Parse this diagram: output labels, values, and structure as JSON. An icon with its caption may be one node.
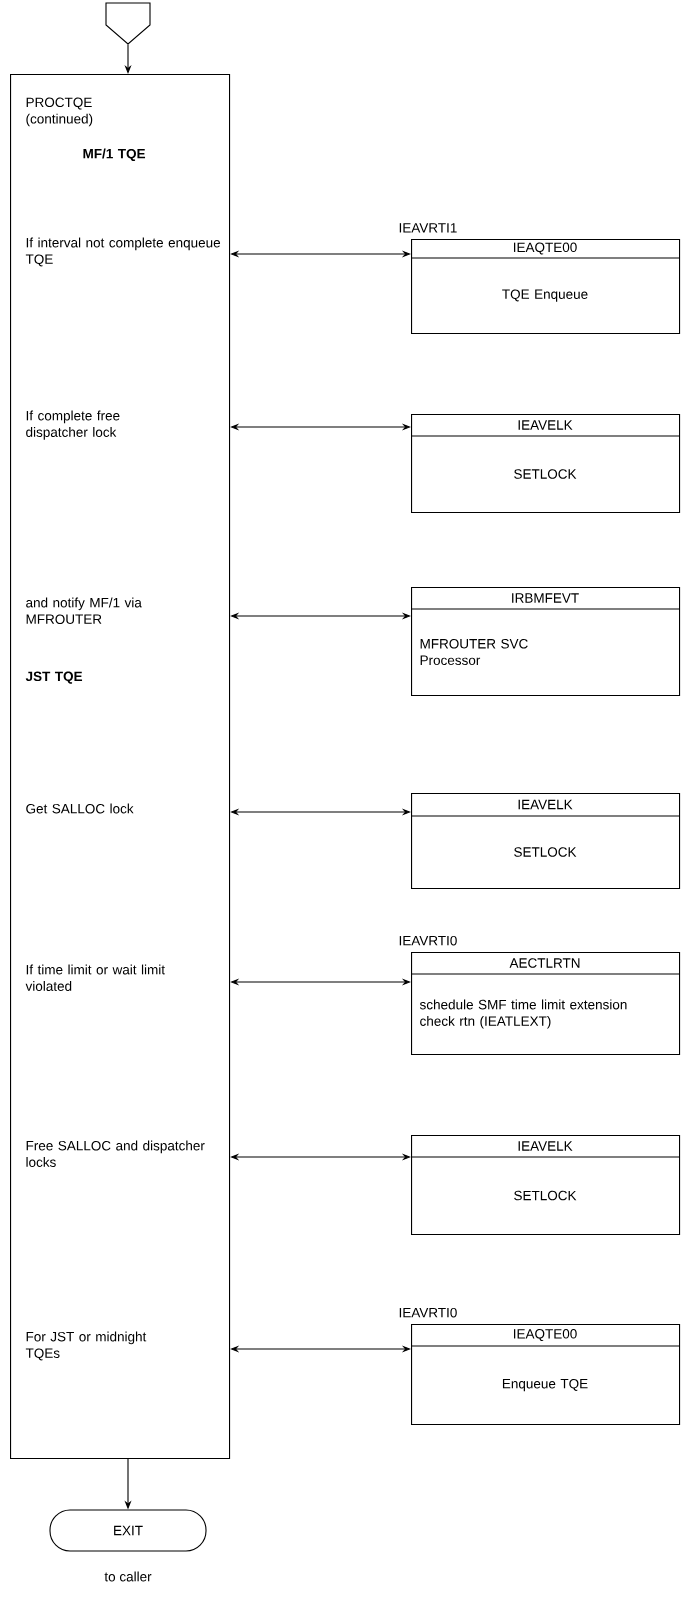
{
  "diagram": {
    "nodes": [
      {
        "text": [],
        "shape": "pentagon"
      },
      {
        "text": [
          "PROCTQE (continued)",
          "MF/1 TQE",
          "If interval not complete enqueue TQE",
          "If complete free dispatcher lock",
          "and notify MF/1 via MFROUTER",
          "JST TQE",
          "Get SALLOC lock",
          "If time limit or wait limit violated",
          "Free SALLOC and dispatcher locks",
          "For JST or midnight TQEs"
        ]
      },
      {
        "text": [
          "IEAQTE00",
          "TQE Enqueue"
        ],
        "beside": [
          "IEAVRTI1"
        ]
      },
      {
        "text": [
          "IEAVELK",
          "SETLOCK"
        ]
      },
      {
        "text": [
          "IRBMFEVT",
          "MFROUTER SVC Processor"
        ]
      },
      {
        "text": [
          "IEAVELK",
          "SETLOCK"
        ]
      },
      {
        "text": [
          "AECTLRTN",
          "schedule SMF time limit extension check rtn (IEATLEXT)"
        ],
        "beside": [
          "IEAVRTI0"
        ]
      },
      {
        "text": [
          "IEAVELK",
          "SETLOCK"
        ]
      },
      {
        "text": [
          "IEAQTE00",
          "Enqueue TQE"
        ],
        "beside": [
          "IEAVRTI0"
        ]
      },
      {
        "text": [
          "EXIT"
        ],
        "beside": [
          "to caller"
        ]
      }
    ],
    "edges": [
      {
        "from": 0,
        "to": 1,
        "arrow": "to"
      },
      {
        "from": 1,
        "to": 2,
        "arrow": "both"
      },
      {
        "from": 1,
        "to": 3,
        "arrow": "both"
      },
      {
        "from": 1,
        "to": 4,
        "arrow": "both"
      },
      {
        "from": 1,
        "to": 5,
        "arrow": "both"
      },
      {
        "from": 1,
        "to": 6,
        "arrow": "both"
      },
      {
        "from": 1,
        "to": 7,
        "arrow": "both"
      },
      {
        "from": 1,
        "to": 8,
        "arrow": "both"
      },
      {
        "from": 1,
        "to": 9,
        "arrow": "to"
      }
    ]
  }
}
